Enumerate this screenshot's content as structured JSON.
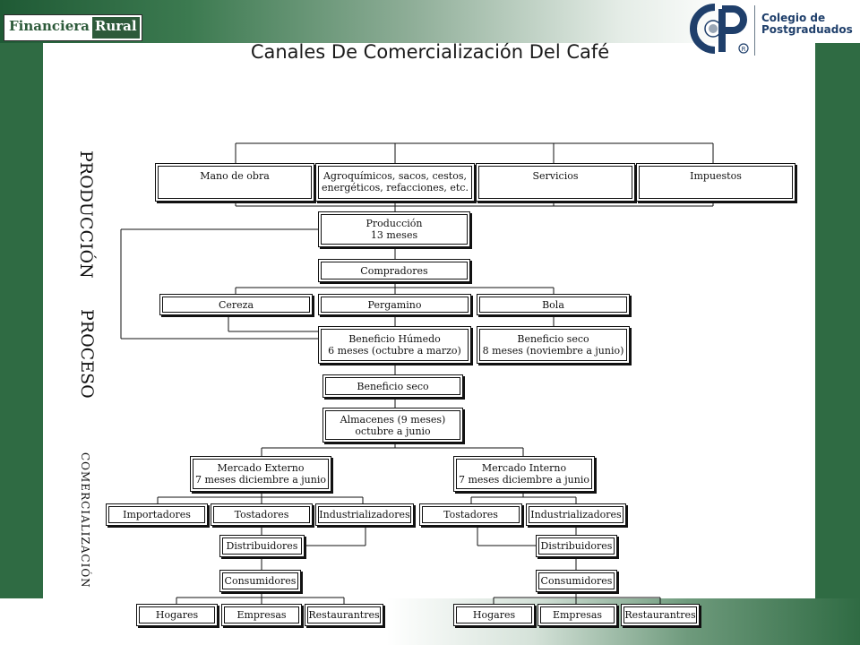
{
  "header": {
    "left_logo": {
      "part1": "Financiera",
      "part2": "Rural"
    },
    "right_logo": {
      "mark": "CP",
      "line1": "Colegio de",
      "line2": "Postgraduados"
    }
  },
  "title": "Canales De Comercialización Del Café",
  "side_labels": {
    "produccion": "PRODUCCIÓN",
    "proceso": "PROCESO",
    "comercializacion": "COMERCIALIZACIÓN"
  },
  "boxes": {
    "mano_obra": "Mano de obra",
    "agroquimicos_1": "Agroquímicos, sacos, cestos,",
    "agroquimicos_2": "energéticos, refacciones, etc.",
    "servicios": "Servicios",
    "impuestos": "Impuestos",
    "produccion_1": "Producción",
    "produccion_2": "13 meses",
    "compradores": "Compradores",
    "cereza": "Cereza",
    "pergamino": "Pergamino",
    "bola": "Bola",
    "beneficio_humedo_1": "Beneficio Húmedo",
    "beneficio_humedo_2": "6 meses (octubre a marzo)",
    "beneficio_seco_top_1": "Beneficio seco",
    "beneficio_seco_top_2": "8 meses (noviembre a junio)",
    "beneficio_seco": "Beneficio seco",
    "almacenes_1": "Almacenes (9 meses)",
    "almacenes_2": "octubre a junio",
    "mercado_externo_1": "Mercado Externo",
    "mercado_externo_2": "7 meses diciembre a junio",
    "mercado_interno_1": "Mercado Interno",
    "mercado_interno_2": "7 meses diciembre a junio",
    "ext_importadores": "Importadores",
    "ext_tostadores": "Tostadores",
    "ext_industrializadores": "Industrializadores",
    "int_tostadores": "Tostadores",
    "int_industrializadores": "Industrializadores",
    "ext_distribuidores": "Distribuidores",
    "int_distribuidores": "Distribuidores",
    "ext_consumidores": "Consumidores",
    "int_consumidores": "Consumidores",
    "ext_hogares": "Hogares",
    "ext_empresas": "Empresas",
    "ext_restaurantes": "Restaurantres",
    "int_hogares": "Hogares",
    "int_empresas": "Empresas",
    "int_restaurantes": "Restaurantres"
  }
}
